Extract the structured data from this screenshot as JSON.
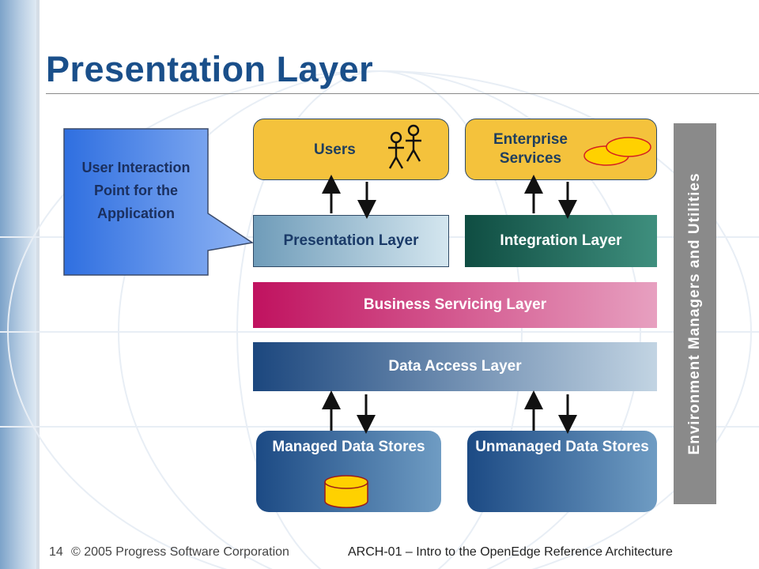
{
  "title": "Presentation Layer",
  "callout": {
    "text": "User Interaction Point for the Application"
  },
  "diagram": {
    "users": {
      "label": "Users"
    },
    "enterprise": {
      "label": "Enterprise Services"
    },
    "presentation_layer": {
      "label": "Presentation Layer"
    },
    "integration_layer": {
      "label": "Integration Layer"
    },
    "business_servicing_layer": {
      "label": "Business Servicing Layer"
    },
    "data_access_layer": {
      "label": "Data Access Layer"
    },
    "managed_stores": {
      "label": "Managed Data Stores"
    },
    "unmanaged_stores": {
      "label": "Unmanaged Data Stores"
    },
    "environment": {
      "label": "Environment Managers and Utilities"
    }
  },
  "colors": {
    "title": "#1a4f8a",
    "users_fill": "#f4c23c",
    "integration": "#1f6b5a",
    "business": "#c0125f",
    "data_access": "#1c477e",
    "environment_bar": "#8a8a8a"
  },
  "footer": {
    "page_number": "14",
    "copyright": "© 2005 Progress Software Corporation",
    "course": "ARCH-01 – Intro to the OpenEdge Reference Architecture"
  }
}
